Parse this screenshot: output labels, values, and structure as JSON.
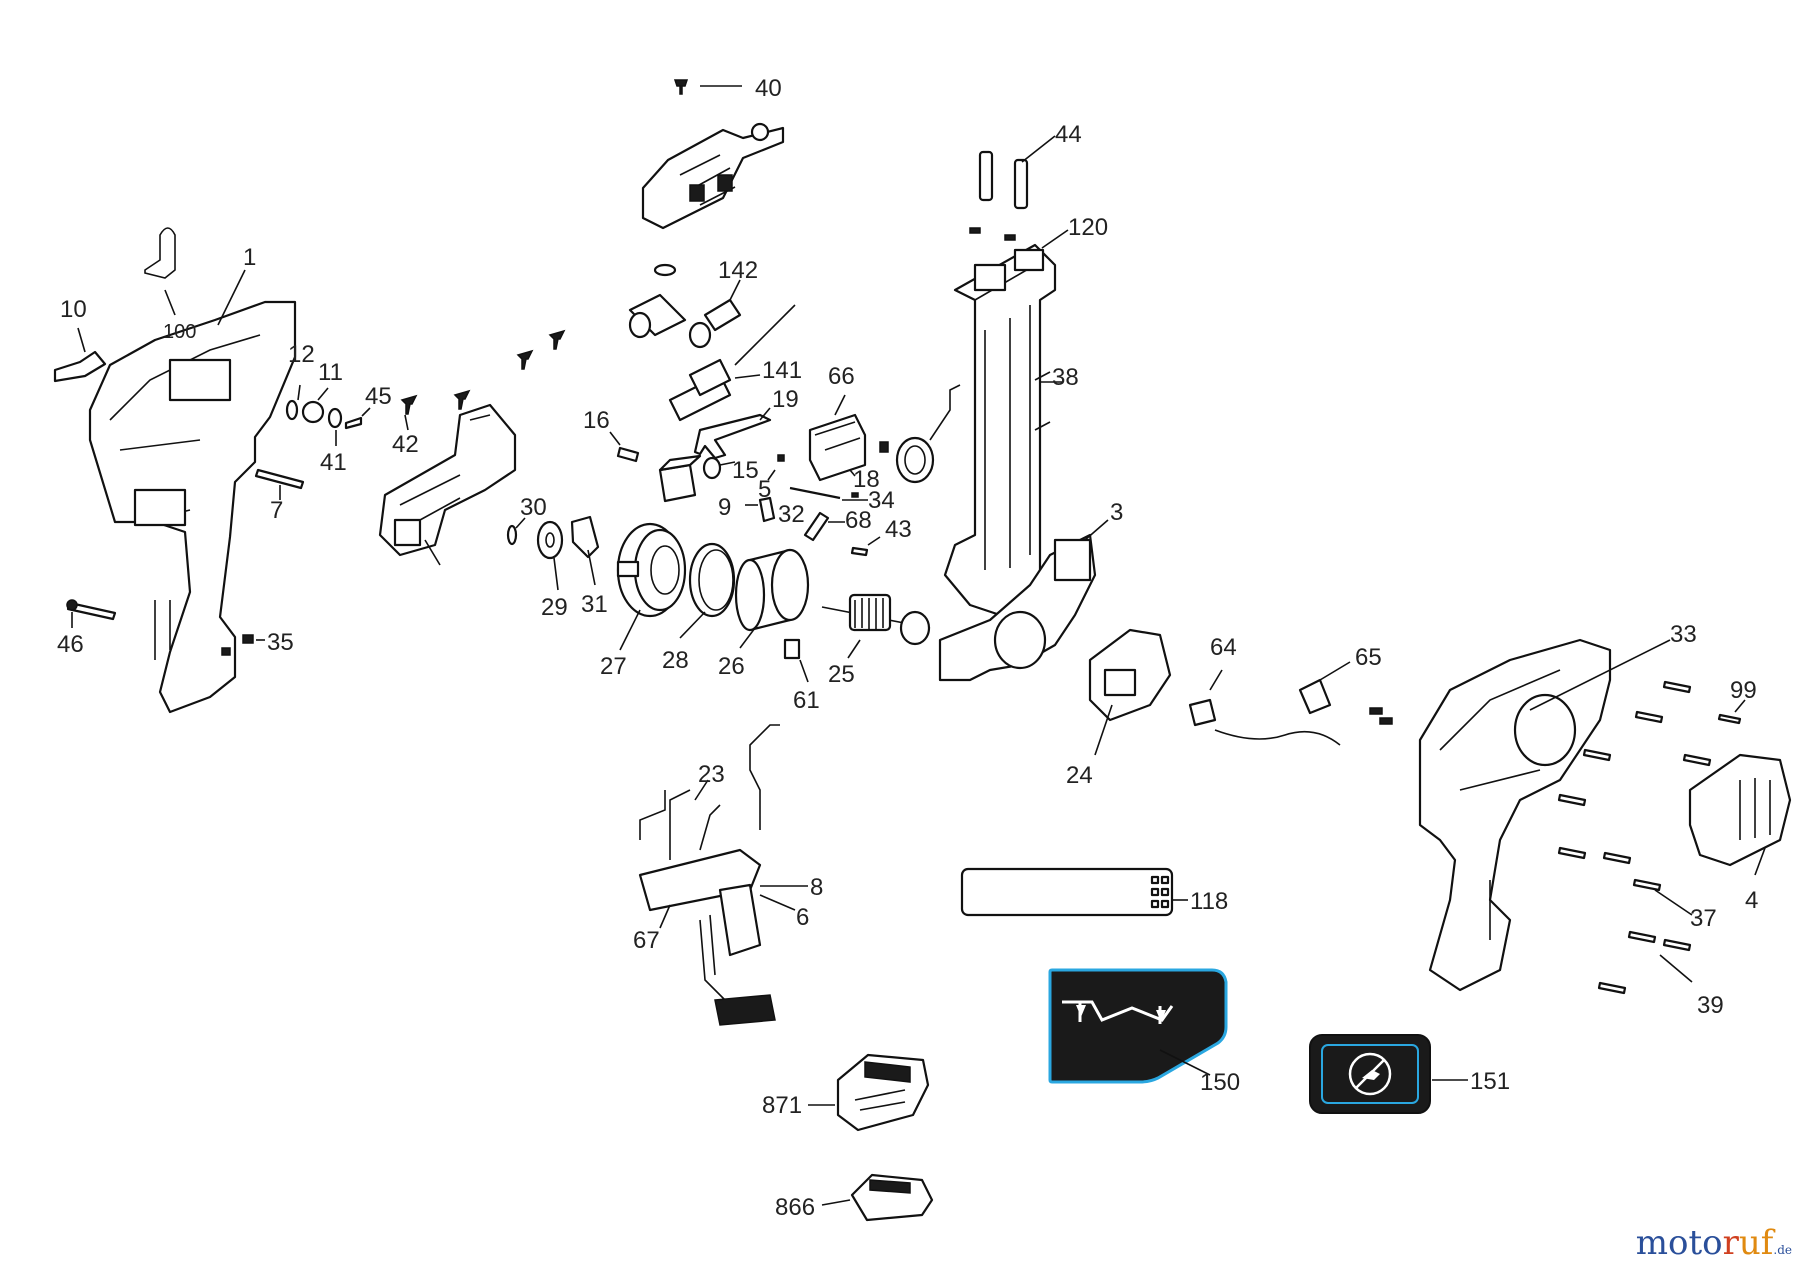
{
  "diagram": {
    "labels": [
      "40",
      "44",
      "120",
      "1",
      "142",
      "10",
      "100",
      "12",
      "11",
      "45",
      "141",
      "66",
      "38",
      "19",
      "42",
      "41",
      "16",
      "15",
      "18",
      "34",
      "5",
      "7",
      "30",
      "9",
      "32",
      "68",
      "43",
      "3",
      "29",
      "31",
      "27",
      "28",
      "26",
      "25",
      "61",
      "46",
      "35",
      "64",
      "65",
      "33",
      "99",
      "24",
      "23",
      "8",
      "6",
      "67",
      "118",
      "37",
      "4",
      "39",
      "150",
      "151",
      "871",
      "866"
    ]
  },
  "watermark": {
    "part1": "moto",
    "part2": "r",
    "part3": "uf",
    "suffix": ".de"
  },
  "colors": {
    "badge_fill": "#1a1a1a",
    "badge_outline": "#2aa7e0",
    "watermark_blue": "#2a4f9a",
    "watermark_red": "#d04020",
    "watermark_orange": "#e08a10"
  }
}
